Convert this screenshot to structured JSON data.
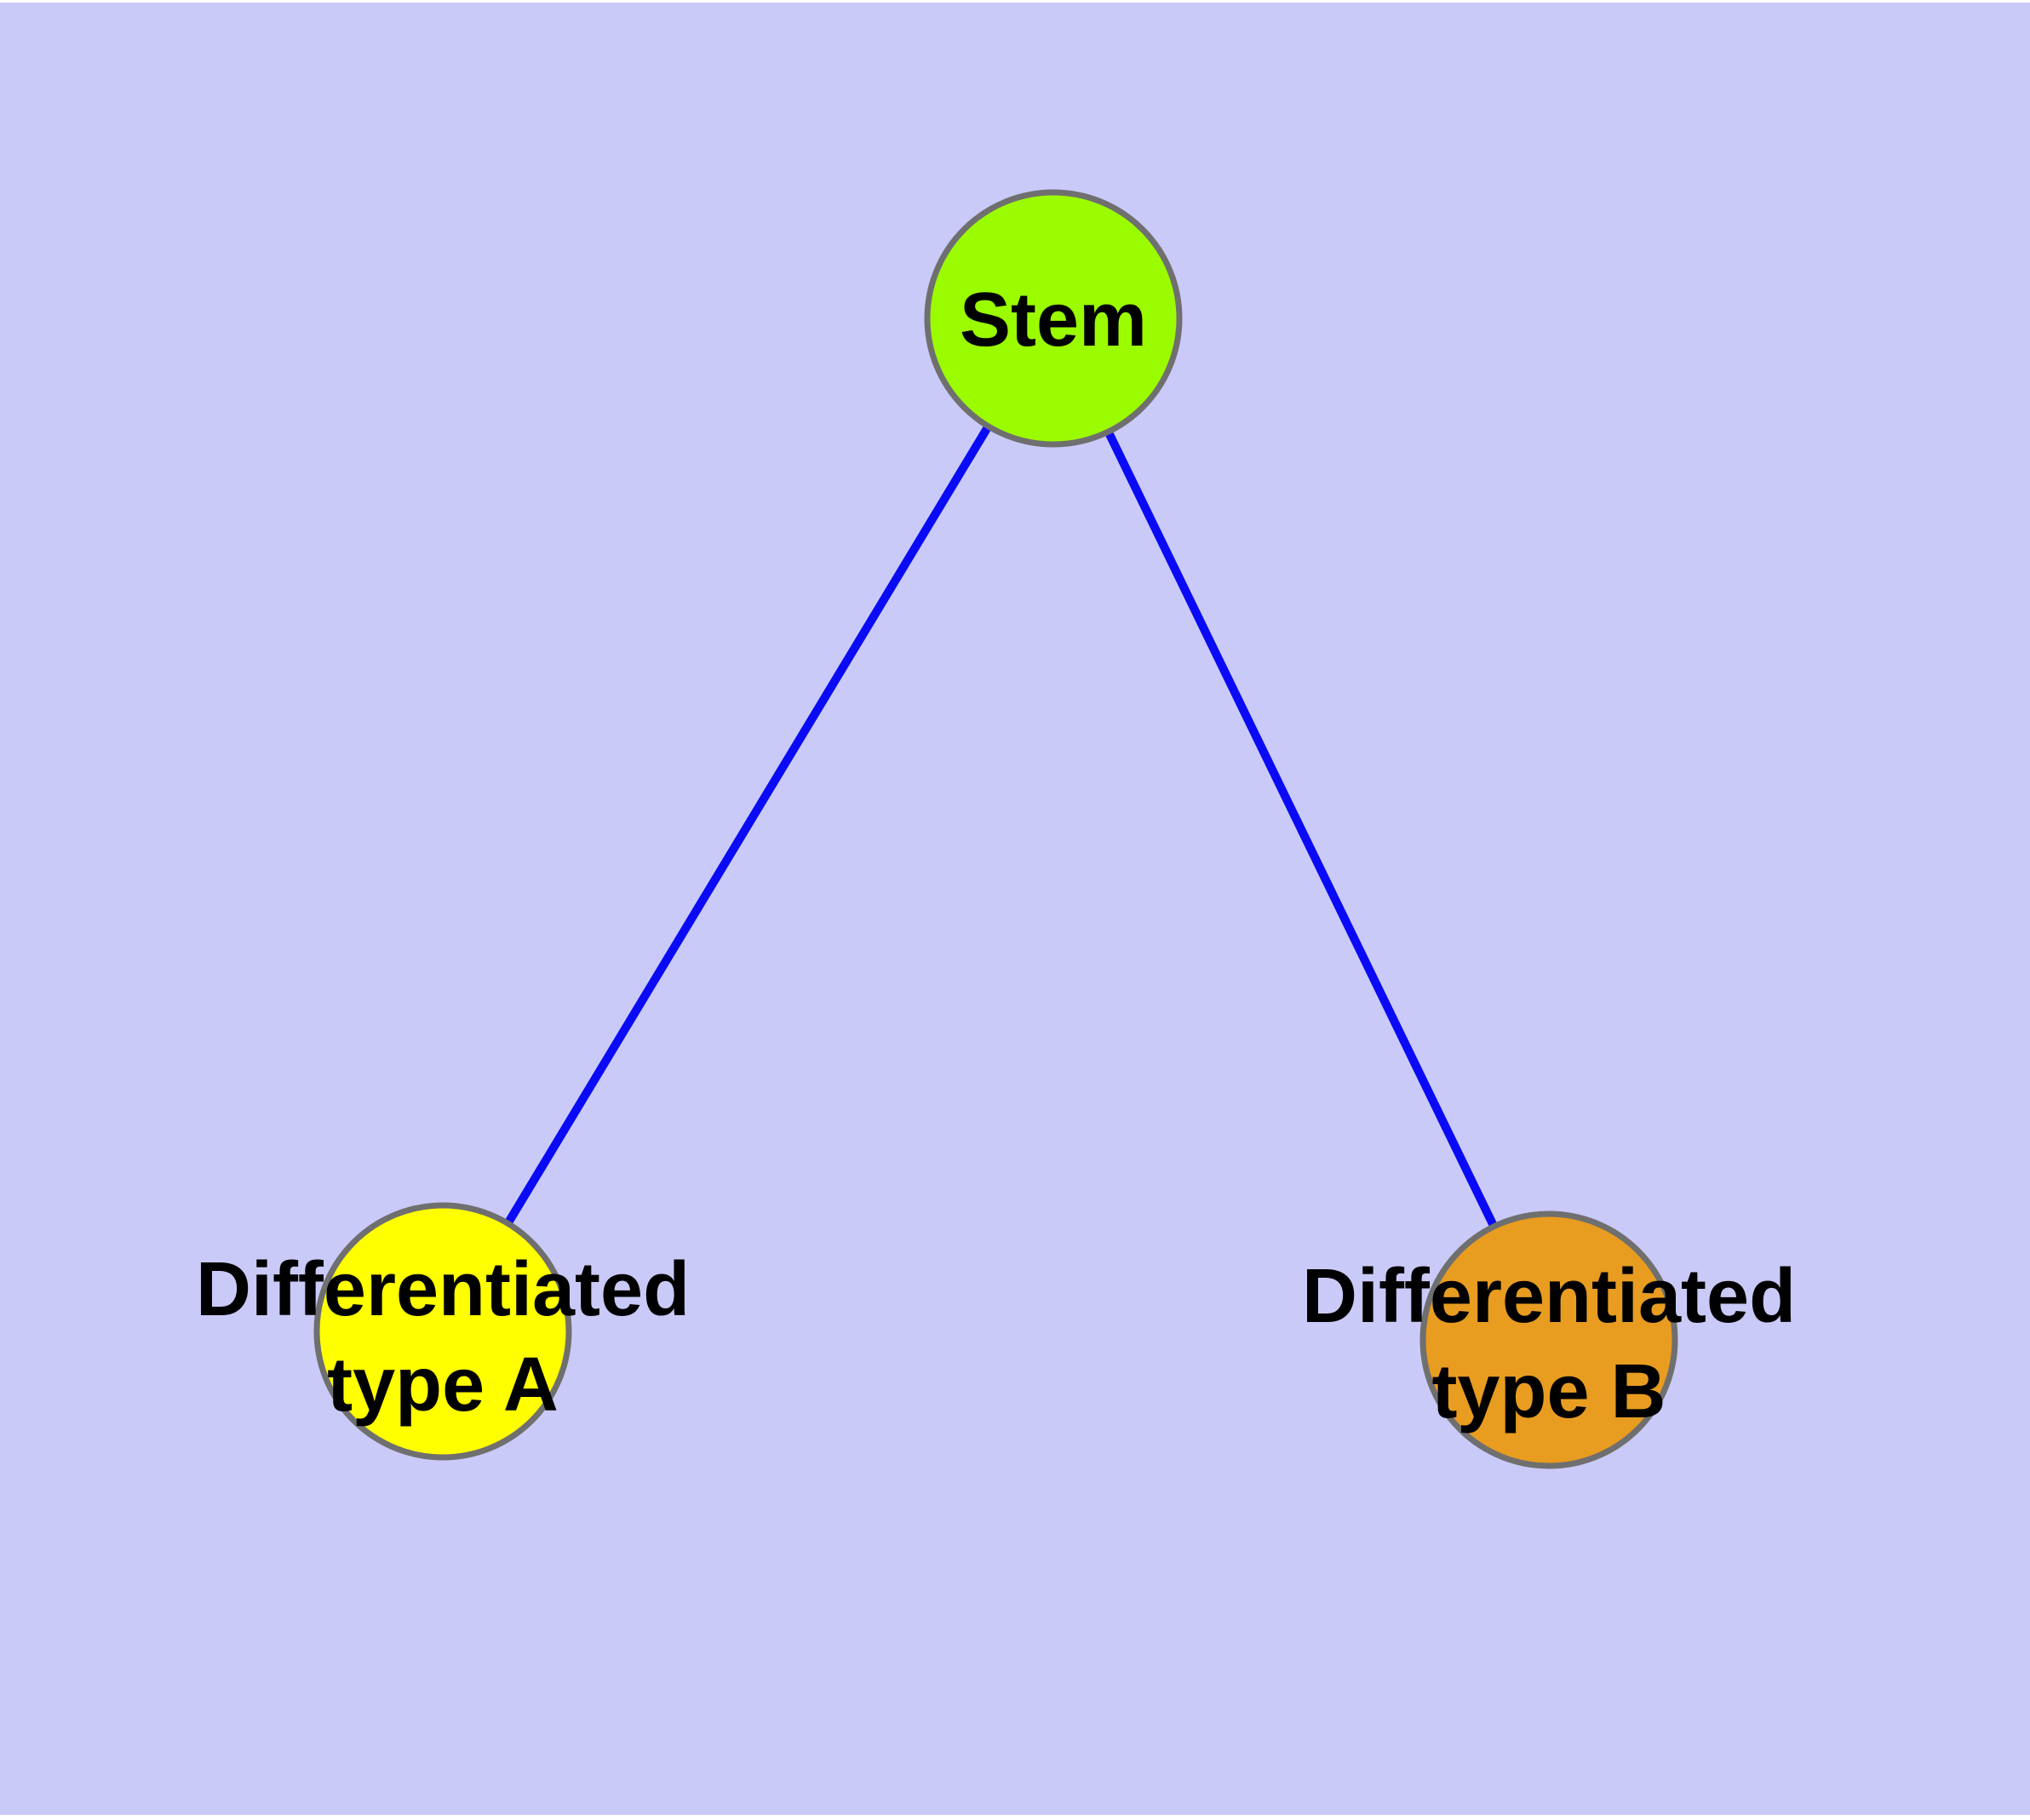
{
  "diagram": {
    "background_color": "#CACAF8",
    "page_margin_color": "#FFFFFF",
    "edge_color": "#0A0AF5",
    "node_border_color": "#6F6F6F",
    "label_color": "#000000",
    "nodes": [
      {
        "id": "stem",
        "label": "Stem",
        "color": "#9BFC00"
      },
      {
        "id": "type-a",
        "label": "Differentiated\ntype A",
        "color": "#FFFF00"
      },
      {
        "id": "type-b",
        "label": "Differentiated\ntype B",
        "color": "#E89C20"
      }
    ],
    "edges": [
      {
        "from": "stem",
        "to": "type-a"
      },
      {
        "from": "stem",
        "to": "type-b"
      }
    ]
  }
}
